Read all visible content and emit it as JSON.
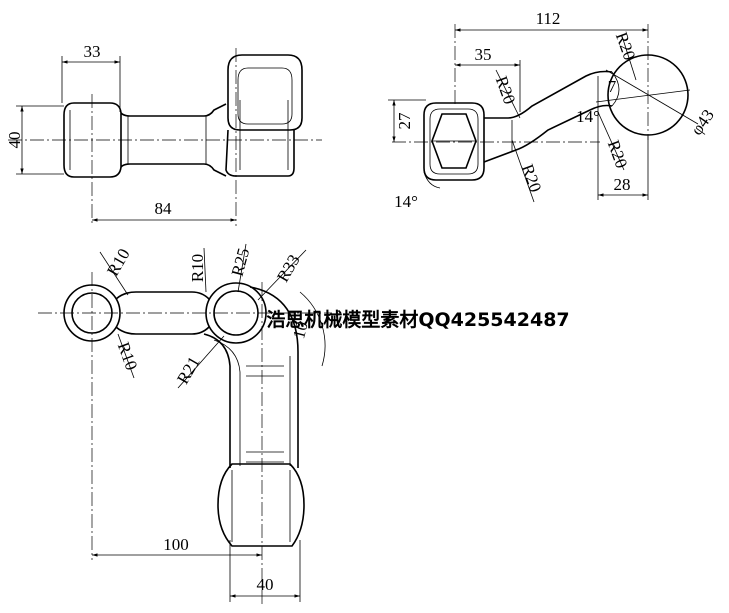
{
  "views": {
    "front": {
      "dim_top": "33",
      "dim_left": "40",
      "dim_bottom": "84"
    },
    "side": {
      "dim_total": "112",
      "dim_offset": "35",
      "radius_upper_left": "R20",
      "radius_top_right": "R20",
      "dim_height": "27",
      "dim_small": "7",
      "angle_mid": "14°",
      "diameter": "φ43",
      "radius_lower_right": "R20",
      "radius_lower_left": "R20",
      "dim_bottom": "28",
      "angle_bottom": "14°"
    },
    "plan": {
      "radius_top_left": "R10",
      "radius_top_mid": "R10",
      "radius_25": "R25",
      "radius_33": "R33",
      "radius_bottom_left": "R10",
      "radius_21": "R21",
      "dim_partial": "10",
      "dim_length": "100",
      "dim_width": "40"
    }
  },
  "watermark": "浩思机械模型素材QQ425542487",
  "colors": {
    "line": "#000000",
    "background": "#ffffff"
  }
}
